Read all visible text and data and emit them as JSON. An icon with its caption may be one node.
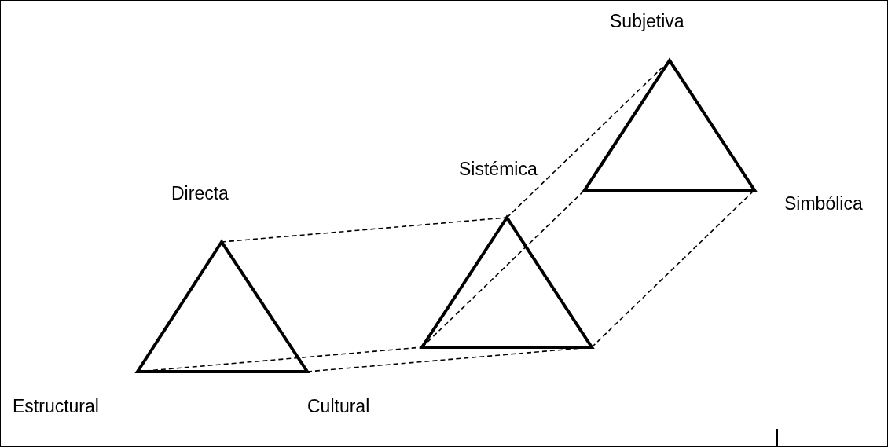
{
  "diagram": {
    "nodes": [
      {
        "text": [],
        "shape": "triangle",
        "beside": [
          "Directa",
          "Estructural",
          "Cultural"
        ]
      },
      {
        "text": [],
        "shape": "triangle",
        "beside": [
          "Sistémica"
        ]
      },
      {
        "text": [],
        "shape": "triangle",
        "beside": [
          "Subjetiva",
          "Simbólica"
        ]
      }
    ],
    "edges": [
      {
        "from": 0,
        "to": 1,
        "arrow": "none",
        "style": "dashed"
      },
      {
        "from": 0,
        "to": 1,
        "arrow": "none",
        "style": "dashed"
      },
      {
        "from": 0,
        "to": 1,
        "arrow": "none",
        "style": "dashed"
      },
      {
        "from": 1,
        "to": 2,
        "arrow": "none",
        "style": "dashed"
      },
      {
        "from": 1,
        "to": 2,
        "arrow": "none",
        "style": "dashed"
      },
      {
        "from": 1,
        "to": 2,
        "arrow": "none",
        "style": "dashed"
      }
    ]
  }
}
